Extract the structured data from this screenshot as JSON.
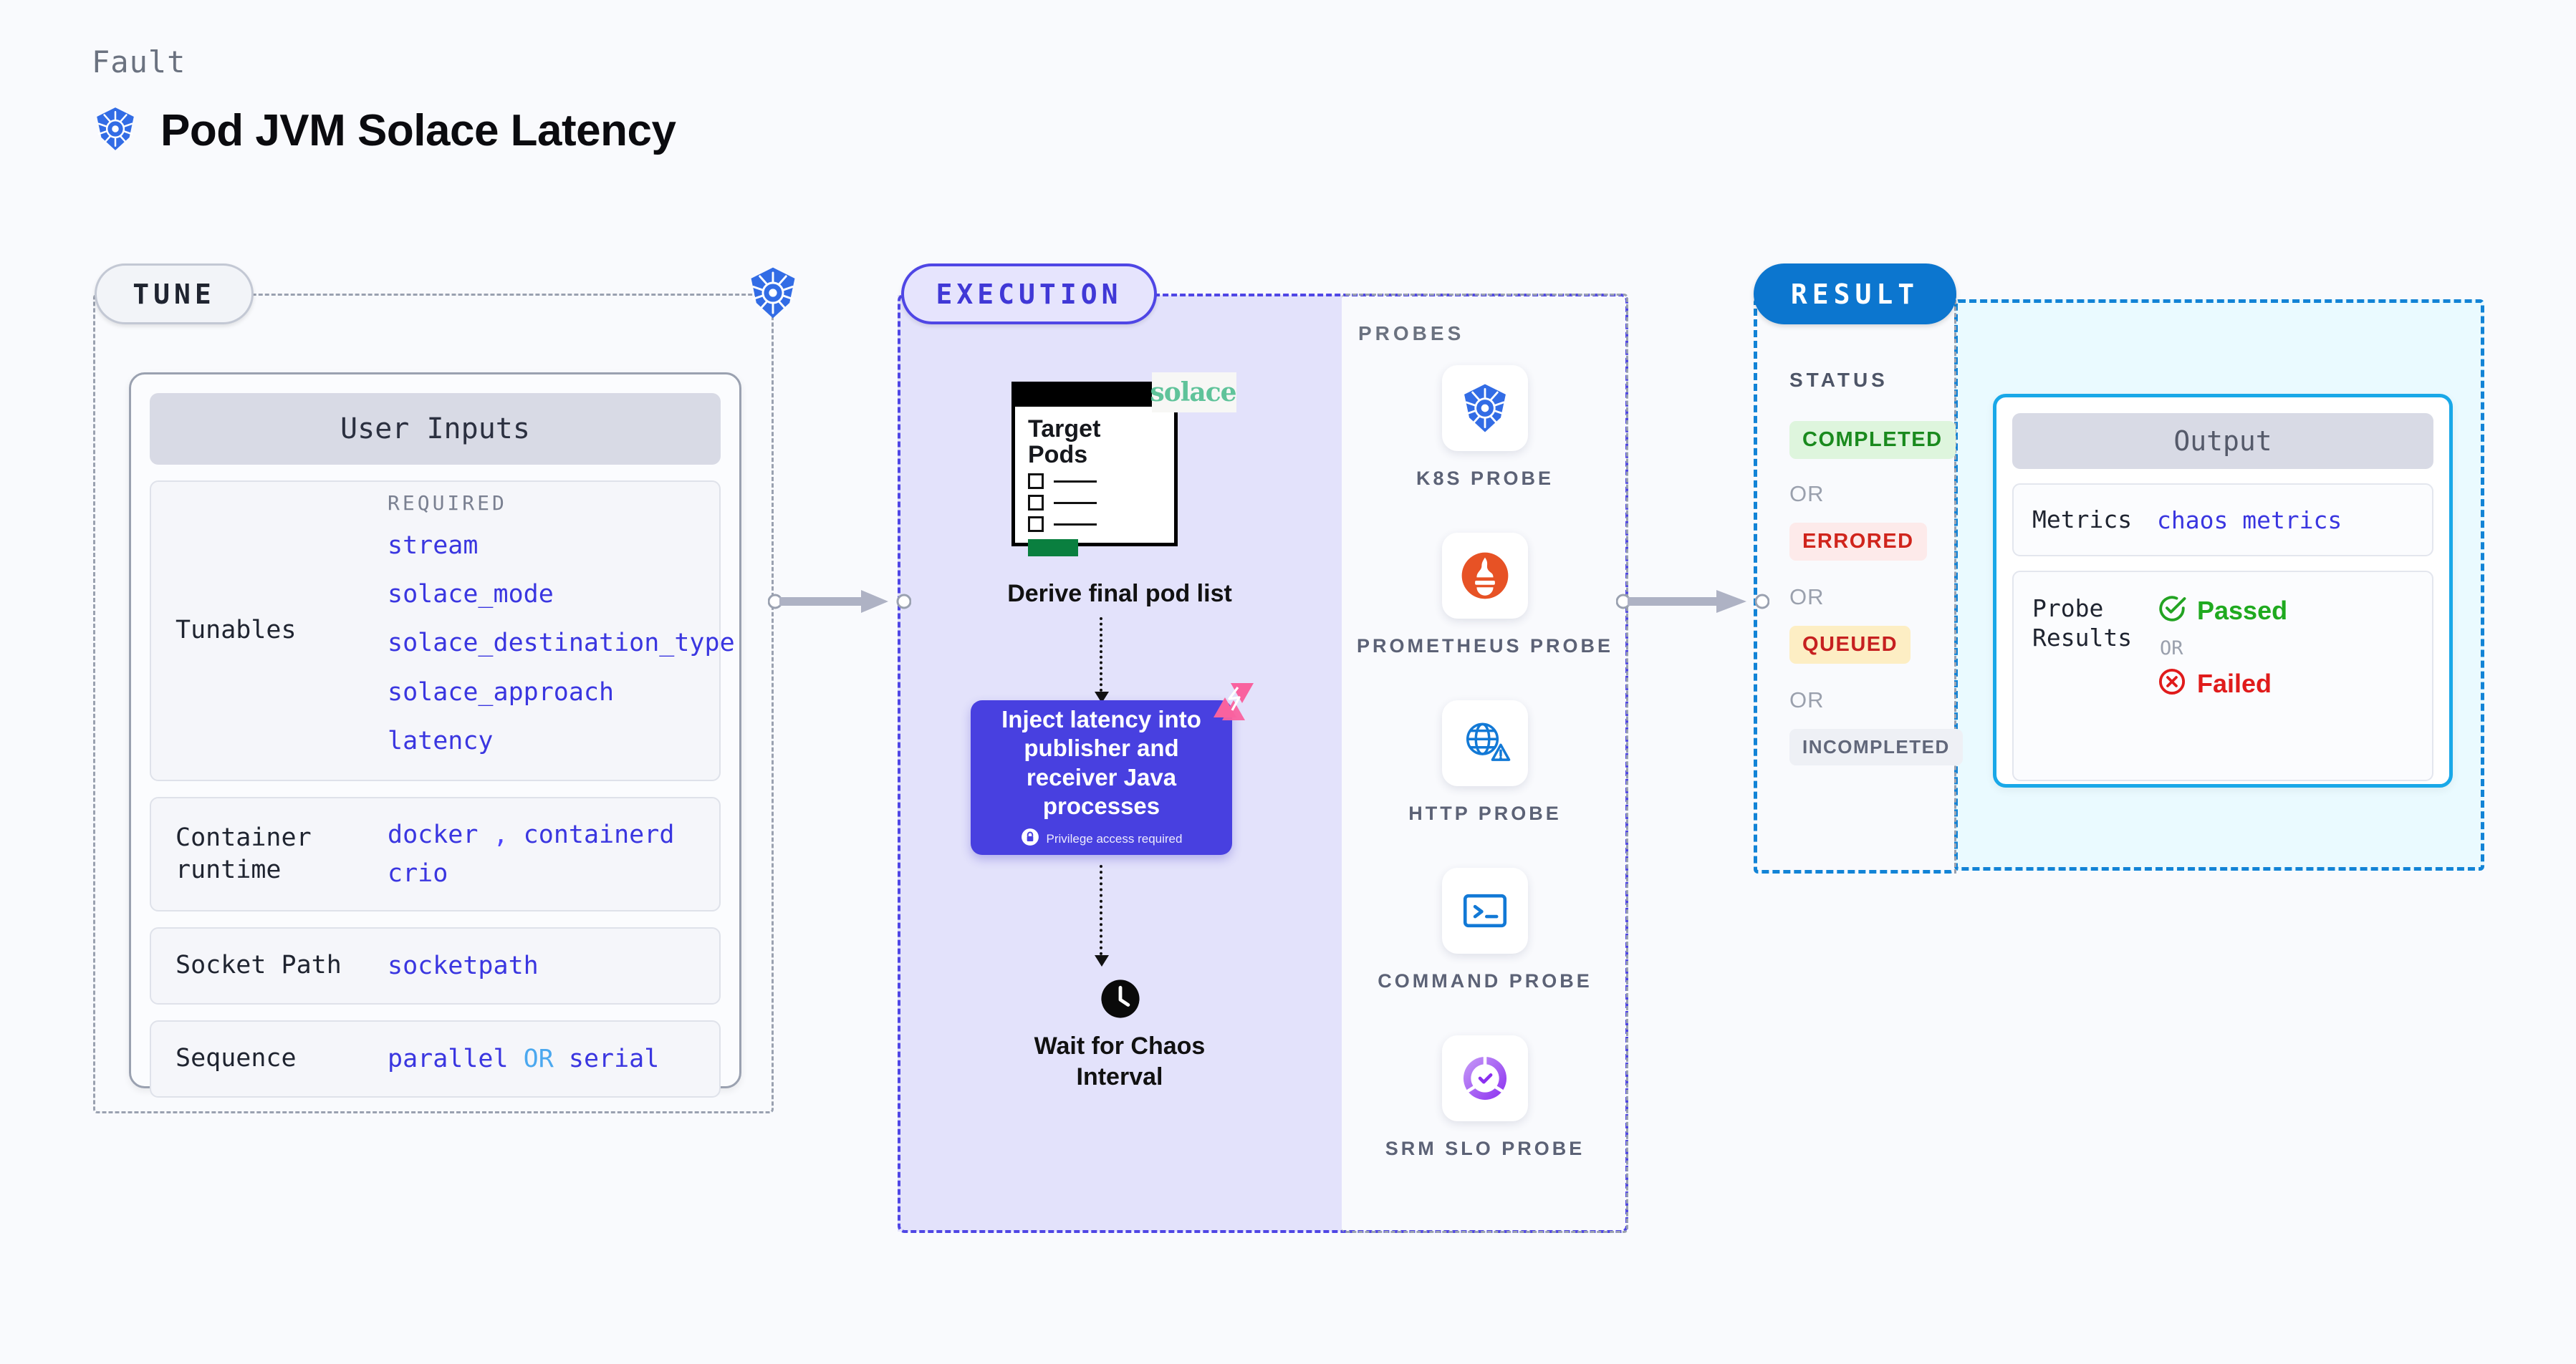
{
  "header": {
    "eyebrow": "Fault",
    "title": "Pod JVM Solace Latency",
    "icon": "kubernetes-icon"
  },
  "tune": {
    "pill_label": "TUNE",
    "badge_icon": "kubernetes-icon",
    "card_title": "User Inputs",
    "tunables": {
      "label": "Tunables",
      "required_label": "REQUIRED",
      "items": [
        "stream",
        "solace_mode",
        "solace_destination_type",
        "solace_approach",
        "latency"
      ]
    },
    "rows": [
      {
        "label": "Container runtime",
        "values": [
          "docker",
          "containerd",
          "crio"
        ],
        "separator": ","
      },
      {
        "label": "Socket Path",
        "values": [
          "socketpath"
        ]
      },
      {
        "label": "Sequence",
        "values": [
          "parallel",
          "serial"
        ],
        "separator": "OR"
      }
    ]
  },
  "execution": {
    "pill_label": "EXECUTION",
    "pods_card": {
      "title_line1": "Target",
      "title_line2": "Pods",
      "checklist_rows": 3,
      "logo_text": "solace",
      "logo_color": "#5fc39a"
    },
    "derive_label": "Derive final pod list",
    "inject": {
      "text": "Inject latency into publisher and receiver Java processes",
      "privilege_note": "Privilege access required",
      "privilege_icon": "lock-icon",
      "corner_badge_icon": "chaos-badge-icon",
      "bg_color": "#4840e0"
    },
    "wait": {
      "icon": "clock-icon",
      "label_line1": "Wait for Chaos",
      "label_line2": "Interval"
    },
    "probes_title": "PROBES",
    "probes": [
      {
        "name": "K8S PROBE",
        "icon": "kubernetes-icon"
      },
      {
        "name": "PROMETHEUS PROBE",
        "icon": "prometheus-icon"
      },
      {
        "name": "HTTP PROBE",
        "icon": "http-globe-warning-icon"
      },
      {
        "name": "COMMAND PROBE",
        "icon": "terminal-icon"
      },
      {
        "name": "SRM SLO PROBE",
        "icon": "srm-slo-donut-icon"
      }
    ]
  },
  "result": {
    "pill_label": "RESULT",
    "status_title": "STATUS",
    "or_label": "OR",
    "statuses": [
      {
        "label": "COMPLETED",
        "color": "#1a8a1e",
        "bg": "#def5dd"
      },
      {
        "label": "ERRORED",
        "color": "#d0241c",
        "bg": "#fdeaea"
      },
      {
        "label": "QUEUED",
        "color": "#c62020",
        "bg": "#fdeec4"
      },
      {
        "label": "INCOMPLETED",
        "color": "#61677a",
        "bg": "#eef0f5"
      }
    ],
    "output": {
      "title": "Output",
      "metrics_label": "Metrics",
      "metrics_value": "chaos metrics",
      "probe_results_label": "Probe Results",
      "passed_label": "Passed",
      "passed_icon": "check-circle-icon",
      "failed_label": "Failed",
      "failed_icon": "x-circle-icon",
      "or_label": "OR",
      "accent_color": "#19a8e8"
    }
  }
}
